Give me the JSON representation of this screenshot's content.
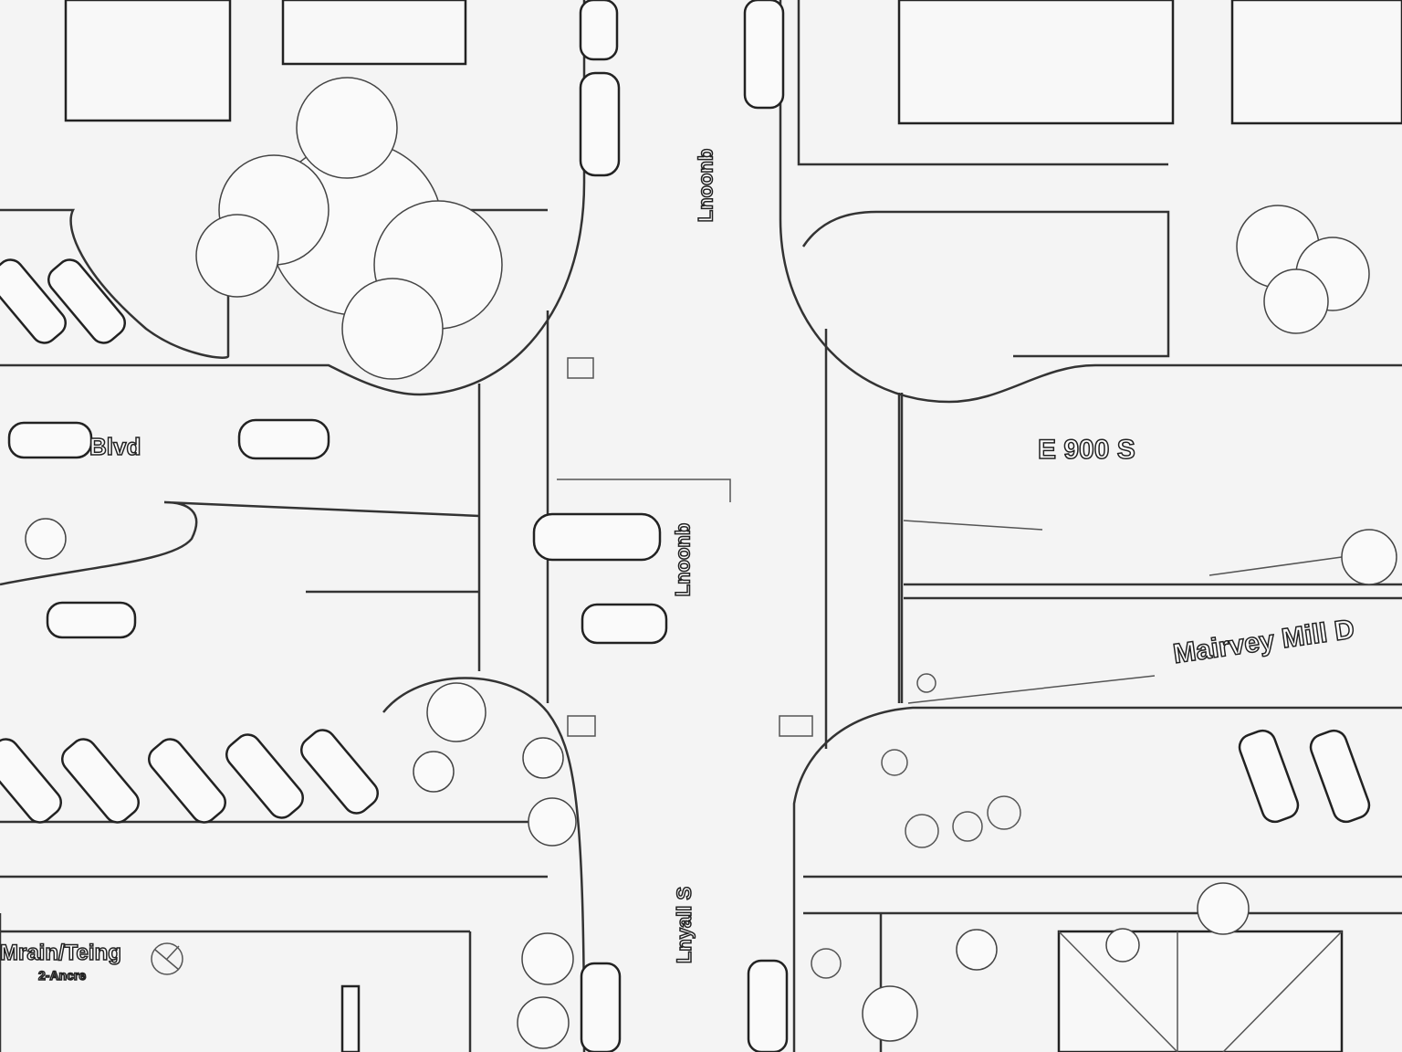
{
  "map": {
    "labels": {
      "street_north": "Lnoonb",
      "street_mid": "Lnoonb",
      "street_south": "Lnyall S",
      "east_road": "E 900 S",
      "diagonal_road": "Mairvey Mill D",
      "west_road": "Blvd",
      "building_name": "Mrain/Teing",
      "building_sub": "2-Ancre"
    },
    "colors": {
      "background": "#f4f4f4",
      "line": "#333333"
    }
  }
}
